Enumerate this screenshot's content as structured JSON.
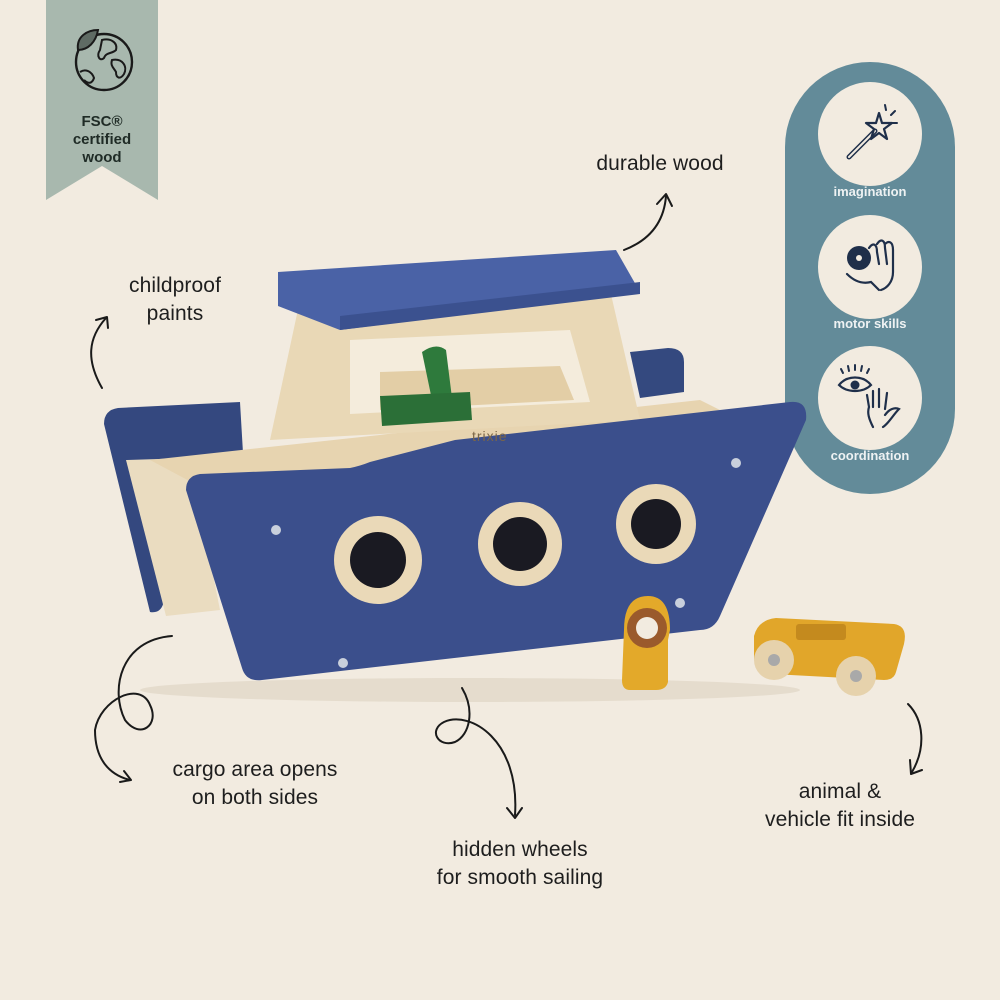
{
  "badge": {
    "icon": "globe-leaf-icon",
    "lines": [
      "FSC®",
      "certified",
      "wood"
    ],
    "color": "#a8b8ae"
  },
  "skills": {
    "background": "#638b99",
    "items": [
      {
        "icon": "magic-wand-icon",
        "label": "imagination"
      },
      {
        "icon": "hand-holding-ring-icon",
        "label": "motor skills"
      },
      {
        "icon": "eye-and-hand-icon",
        "label": "coordination"
      }
    ]
  },
  "callouts": {
    "durable": [
      "durable wood"
    ],
    "childproof": [
      "childproof",
      "paints"
    ],
    "cargo": [
      "cargo area opens",
      "on both sides"
    ],
    "wheels": [
      "hidden wheels",
      "for smooth sailing"
    ],
    "fit": [
      "animal &",
      "vehicle fit inside"
    ]
  },
  "product": {
    "brand_mark": "trixie",
    "hull_color": "#3b4f8c",
    "wood_color": "#e8d6b4",
    "figure_color": "#e3a92a",
    "crocodile_color": "#2e7a3c"
  }
}
